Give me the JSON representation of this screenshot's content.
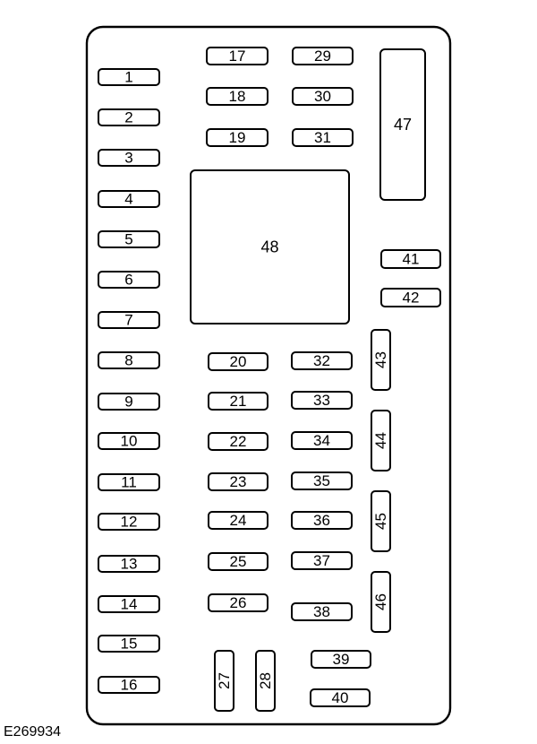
{
  "diagram": {
    "code": "E269934",
    "stroke_color": "#000000",
    "fill_color": "#ffffff",
    "fuses": [
      "1",
      "2",
      "3",
      "4",
      "5",
      "6",
      "7",
      "8",
      "9",
      "10",
      "11",
      "12",
      "13",
      "14",
      "15",
      "16",
      "17",
      "18",
      "19",
      "20",
      "21",
      "22",
      "23",
      "24",
      "25",
      "26",
      "27",
      "28",
      "29",
      "30",
      "31",
      "32",
      "33",
      "34",
      "35",
      "36",
      "37",
      "38",
      "39",
      "40",
      "41",
      "42",
      "43",
      "44",
      "45",
      "46",
      "47",
      "48"
    ]
  }
}
